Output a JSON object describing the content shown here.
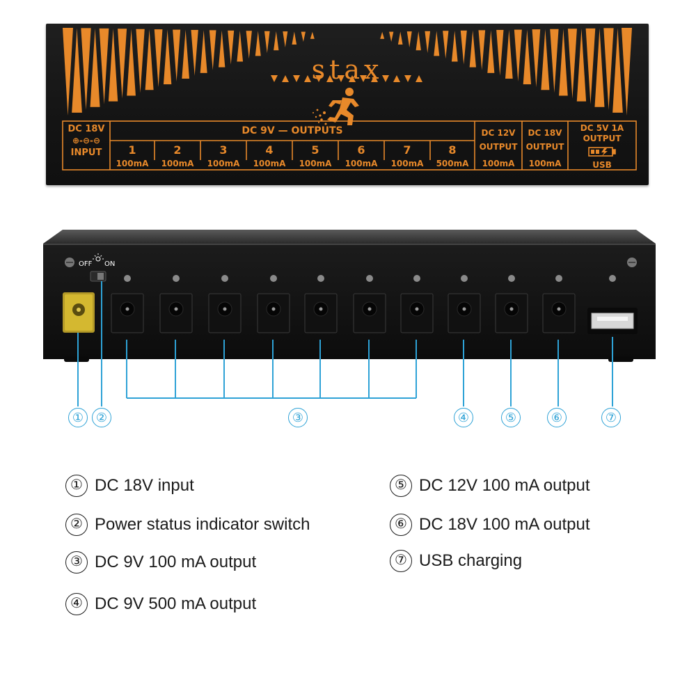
{
  "top_panel": {
    "brand": "stax",
    "input": {
      "title": "DC 18V",
      "polarity": "⊕-⊖-⊖",
      "sub": "INPUT"
    },
    "outputs_title": "DC 9V  —  OUTPUTS",
    "ports": [
      {
        "num": "1",
        "ma": "100mA"
      },
      {
        "num": "2",
        "ma": "100mA"
      },
      {
        "num": "3",
        "ma": "100mA"
      },
      {
        "num": "4",
        "ma": "100mA"
      },
      {
        "num": "5",
        "ma": "100mA"
      },
      {
        "num": "6",
        "ma": "100mA"
      },
      {
        "num": "7",
        "ma": "100mA"
      },
      {
        "num": "8",
        "ma": "500mA"
      }
    ],
    "out12": {
      "title": "DC 12V",
      "sub": "OUTPUT",
      "ma": "100mA"
    },
    "out18": {
      "title": "DC 18V",
      "sub": "OUTPUT",
      "ma": "100mA"
    },
    "usb": {
      "title": "DC 5V 1A",
      "sub": "OUTPUT",
      "label": "USB"
    }
  },
  "device": {
    "switch_off": "OFF",
    "switch_on": "ON"
  },
  "callouts": [
    "①",
    "②",
    "③",
    "④",
    "⑤",
    "⑥",
    "⑦"
  ],
  "legend": [
    {
      "num": "①",
      "text": "DC 18V input"
    },
    {
      "num": "②",
      "text": "Power status indicator switch"
    },
    {
      "num": "③",
      "text": "DC 9V 100 mA output"
    },
    {
      "num": "④",
      "text": "DC 9V 500 mA output"
    },
    {
      "num": "⑤",
      "text": "DC 12V 100 mA output"
    },
    {
      "num": "⑥",
      "text": "DC 18V 100 mA output"
    },
    {
      "num": "⑦",
      "text": "USB charging"
    }
  ],
  "colors": {
    "accent": "#e8892a",
    "callout": "#2ea2d6",
    "panel": "#141414"
  }
}
